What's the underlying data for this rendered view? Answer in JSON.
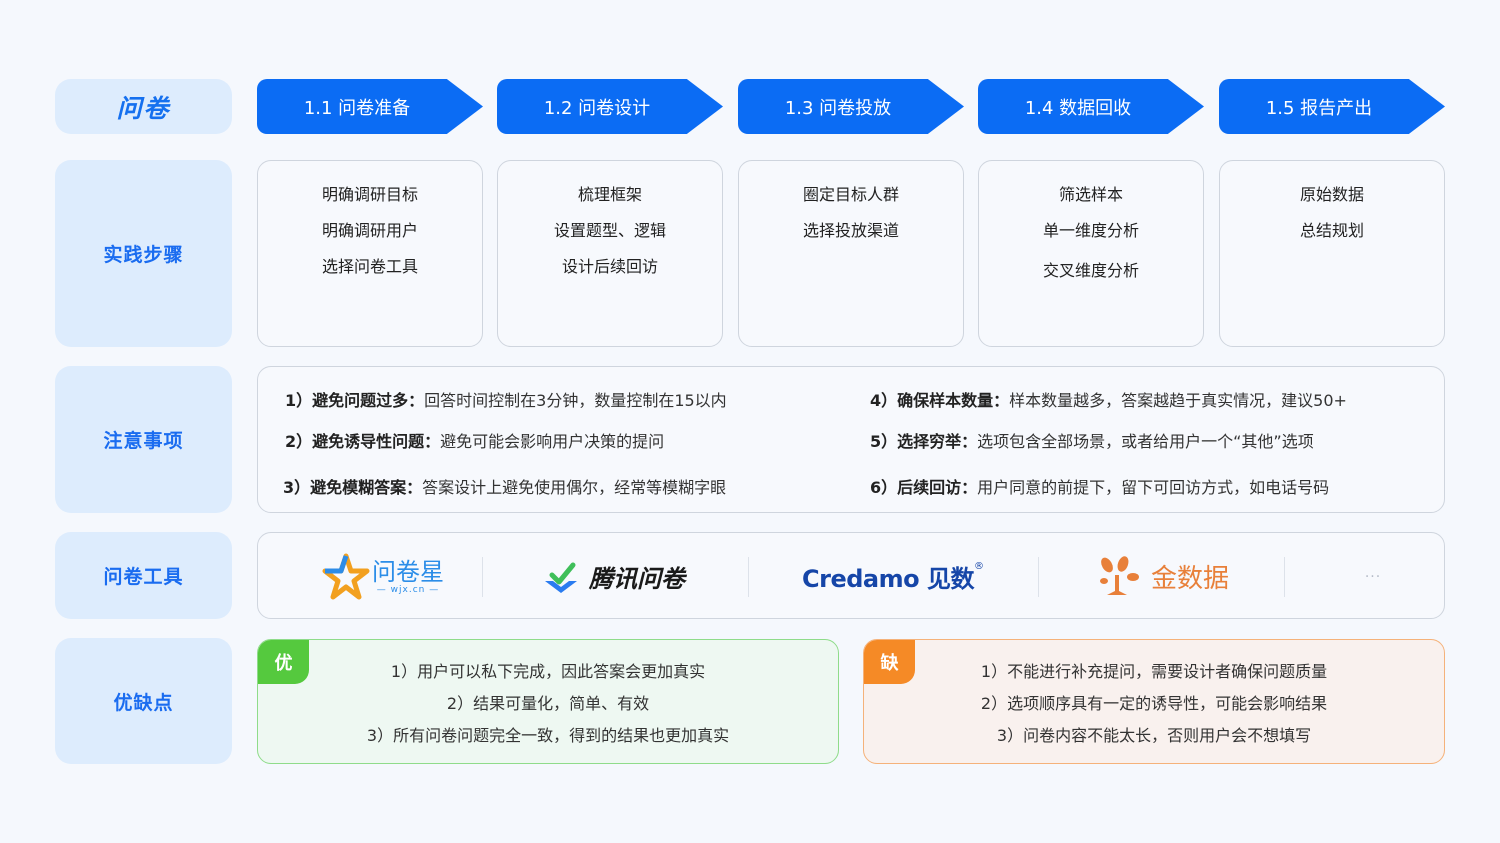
{
  "title": "问卷",
  "row_labels": {
    "steps": "实践步骤",
    "notes": "注意事项",
    "tools": "问卷工具",
    "pros_cons": "优缺点"
  },
  "stages": [
    {
      "label": "1.1 问卷准备",
      "items": [
        "明确调研目标",
        "明确调研用户",
        "选择问卷工具"
      ]
    },
    {
      "label": "1.2 问卷设计",
      "items": [
        "梳理框架",
        "设置题型、逻辑",
        "设计后续回访"
      ]
    },
    {
      "label": "1.3 问卷投放",
      "items": [
        "圈定目标人群",
        "选择投放渠道"
      ]
    },
    {
      "label": "1.4 数据回收",
      "items": [
        "筛选样本",
        "单一维度分析",
        "交叉维度分析"
      ]
    },
    {
      "label": "1.5 报告产出",
      "items": [
        "原始数据",
        "总结规划"
      ]
    }
  ],
  "notes": [
    {
      "title": "1）避免问题过多：",
      "text": "回答时间控制在3分钟，数量控制在15以内"
    },
    {
      "title": "2）避免诱导性问题：",
      "text": "避免可能会影响用户决策的提问"
    },
    {
      "title": "3）避免模糊答案：",
      "text": "答案设计上避免使用偶尔，经常等模糊字眼"
    },
    {
      "title": "4）确保样本数量：",
      "text": "样本数量越多，答案越趋于真实情况，建议50+"
    },
    {
      "title": "5）选择穷举：",
      "text": "选项包含全部场景，或者给用户一个“其他”选项"
    },
    {
      "title": "6）后续回访：",
      "text": "用户同意的前提下，留下可回访方式，如电话号码"
    }
  ],
  "tools": [
    {
      "name": "问卷星",
      "sub": "— wjx.cn —",
      "icon": "star-icon",
      "color": "#2b8de8"
    },
    {
      "name": "腾讯问卷",
      "icon": "check-layers-icon",
      "color": "#1a1a1a"
    },
    {
      "name": "Credamo 见数",
      "mark": "®",
      "icon": "none",
      "color": "#1646a8"
    },
    {
      "name": "金数据",
      "icon": "tree-icon",
      "color": "#e8803a"
    },
    {
      "name": "···",
      "icon": "more-icon",
      "color": "#b5bcc8"
    }
  ],
  "pros": {
    "tag": "优",
    "items": [
      "1）用户可以私下完成，因此答案会更加真实",
      "2）结果可量化，简单、有效",
      "3）所有问卷问题完全一致，得到的结果也更加真实"
    ]
  },
  "cons": {
    "tag": "缺",
    "items": [
      "1）不能进行补充提问，需要设计者确保问题质量",
      "2）选项顺序具有一定的诱导性，可能会影响结果",
      "3）问卷内容不能太长，否则用户会不想填写"
    ]
  },
  "colors": {
    "primary": "#0b6cf4",
    "label_bg": "#ddecfd",
    "label_text": "#1a6cf0",
    "pros_accent": "#55c93e",
    "cons_accent": "#f58a26"
  }
}
